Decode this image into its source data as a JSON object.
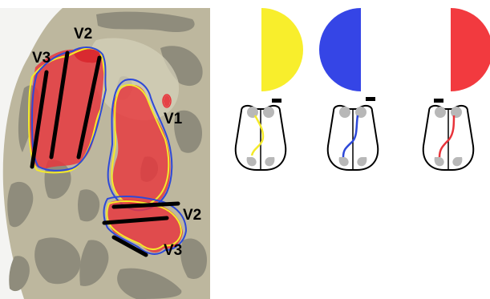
{
  "brain_map": {
    "area_labels": {
      "v2_top": "V2",
      "v3_top": "V3",
      "v1": "V1",
      "v2_bottom": "V2",
      "v3_bottom": "V3"
    },
    "colors": {
      "activation_fill": "#e8333a",
      "yellow_outline": "#f4ea2a",
      "blue_outline": "#2e49d8",
      "boundary_line": "#000000",
      "cortex_light": "#bdb79e",
      "cortex_dark": "#8f8c7c"
    }
  },
  "stimulus_panels": [
    {
      "id": "yellow",
      "hemifield": "right",
      "color": "#f8ee2c",
      "pathway": "left"
    },
    {
      "id": "blue",
      "hemifield": "left",
      "color": "#3545e6",
      "pathway": "right"
    },
    {
      "id": "red",
      "hemifield": "right",
      "color": "#f23a3f",
      "pathway": "right"
    }
  ]
}
